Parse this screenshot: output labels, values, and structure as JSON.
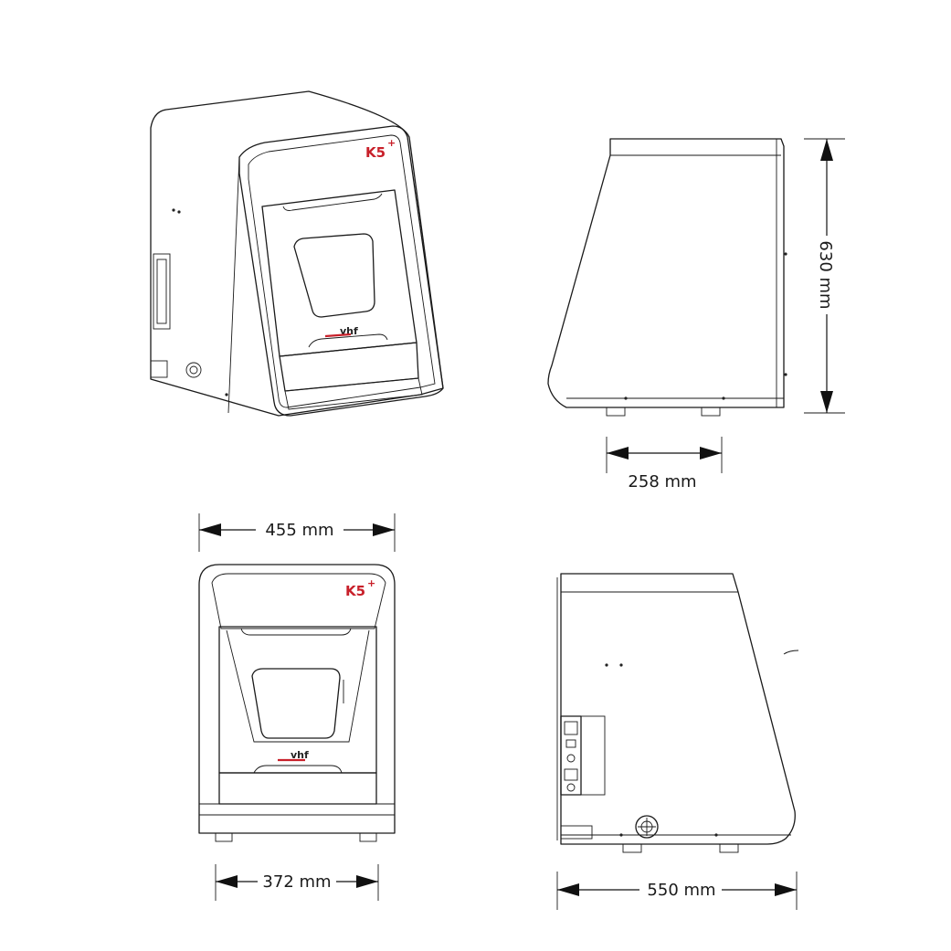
{
  "brand": {
    "logo": "K5",
    "logo_sup": "+",
    "maker": "vhf",
    "brand_color": "#c8202a"
  },
  "dimensions": {
    "height": "630 mm",
    "side_feet_spacing": "258 mm",
    "width": "455 mm",
    "feet_width": "372 mm",
    "depth": "550 mm"
  }
}
